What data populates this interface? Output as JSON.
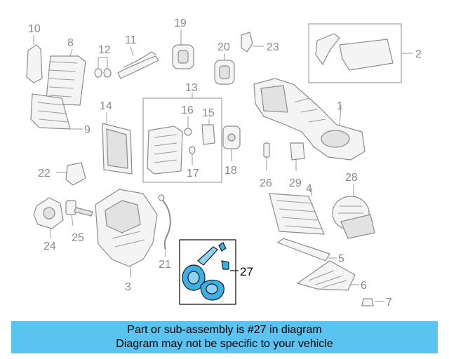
{
  "diagram": {
    "callouts": [
      "1",
      "2",
      "3",
      "4",
      "5",
      "6",
      "7",
      "8",
      "9",
      "10",
      "11",
      "12",
      "13",
      "14",
      "15",
      "16",
      "17",
      "18",
      "19",
      "20",
      "21",
      "22",
      "23",
      "24",
      "25",
      "26",
      "27",
      "28",
      "29"
    ],
    "highlighted_callout": "27",
    "highlight_color": "#3bb0e6"
  },
  "caption": {
    "line1": "Part or sub-assembly is #27 in diagram",
    "line2": "Diagram may not be specific to your vehicle",
    "background": "#5ac3f2"
  }
}
